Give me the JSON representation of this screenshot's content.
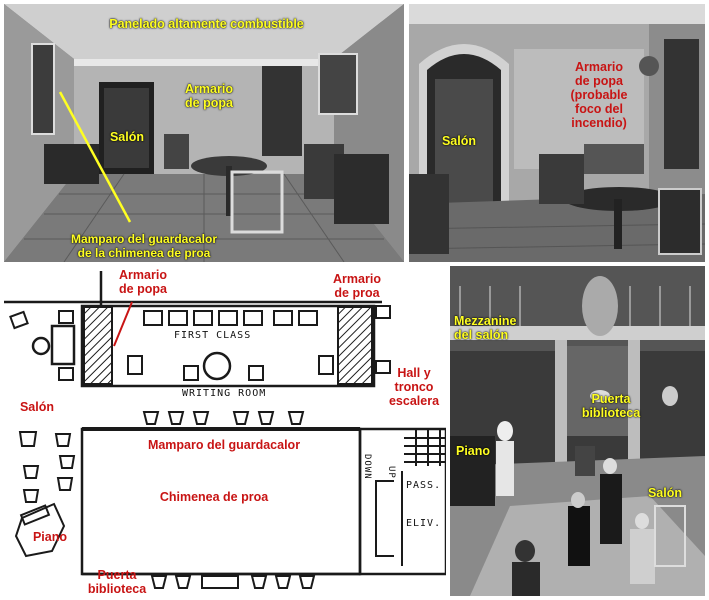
{
  "photo_top_left": {
    "labels": {
      "panelado": "Panelado altamente combustible",
      "armario_popa": "Armario\nde popa",
      "salon": "Salón",
      "mamparo": "Mamparo del guardacalor\nde la chimenea de proa"
    }
  },
  "photo_top_right": {
    "labels": {
      "armario_popa": "Armario\nde popa\n(probable\nfoco del\nincendio)",
      "salon": "Salón"
    }
  },
  "plan": {
    "printed": {
      "first_class": "FIRST CLASS",
      "writing_room": "WRITING ROOM",
      "down": "DOWN",
      "up": "UP",
      "pass": "PASS.",
      "eliv": "ELIV."
    },
    "labels": {
      "armario_popa": "Armario\nde popa",
      "armario_proa": "Armario\nde proa",
      "salon": "Salón",
      "hall": "Hall y\ntronco\nescalera",
      "mamparo": "Mamparo del guardacalor",
      "chimenea": "Chimenea de proa",
      "piano": "Piano",
      "puerta": "Puerta\nbiblioteca"
    }
  },
  "photo_bottom_right": {
    "labels": {
      "mezzanine": "Mezzanine\ndel salón",
      "puerta": "Puerta\nbiblioteca",
      "piano": "Piano",
      "salon": "Salón"
    }
  },
  "colors": {
    "yellow_label": "#ffff22",
    "red_label": "#c81414",
    "plan_ink": "#1a1a1a"
  }
}
